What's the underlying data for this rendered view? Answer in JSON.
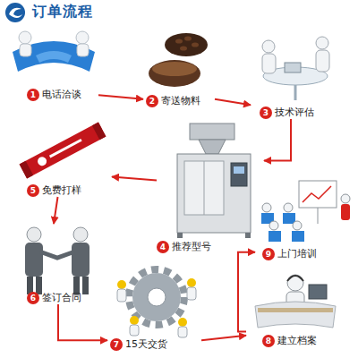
{
  "diagram": {
    "title": "订单流程",
    "nodes": [
      {
        "text": [
          "1",
          "电话洽谈"
        ]
      },
      {
        "text": [
          "2",
          "寄送物料"
        ]
      },
      {
        "text": [
          "3",
          "技术评估"
        ]
      },
      {
        "text": [
          "4",
          "推荐型号"
        ]
      },
      {
        "text": [
          "5",
          "免费打样"
        ]
      },
      {
        "text": [
          "6",
          "签订合同"
        ]
      },
      {
        "text": [
          "7",
          "15天交货"
        ]
      },
      {
        "text": [
          "8",
          "建立档案"
        ]
      },
      {
        "text": [
          "9",
          "上门培训"
        ]
      }
    ],
    "edges": [
      {
        "from": 0,
        "to": 1,
        "arrow": "to"
      },
      {
        "from": 1,
        "to": 2,
        "arrow": "to"
      },
      {
        "from": 2,
        "to": 3,
        "arrow": "to"
      },
      {
        "from": 3,
        "to": 4,
        "arrow": "to"
      },
      {
        "from": 4,
        "to": 5,
        "arrow": "to"
      },
      {
        "from": 5,
        "to": 6,
        "arrow": "to"
      },
      {
        "from": 6,
        "to": 7,
        "arrow": "to"
      },
      {
        "from": 7,
        "to": 8,
        "arrow": "to"
      }
    ]
  }
}
